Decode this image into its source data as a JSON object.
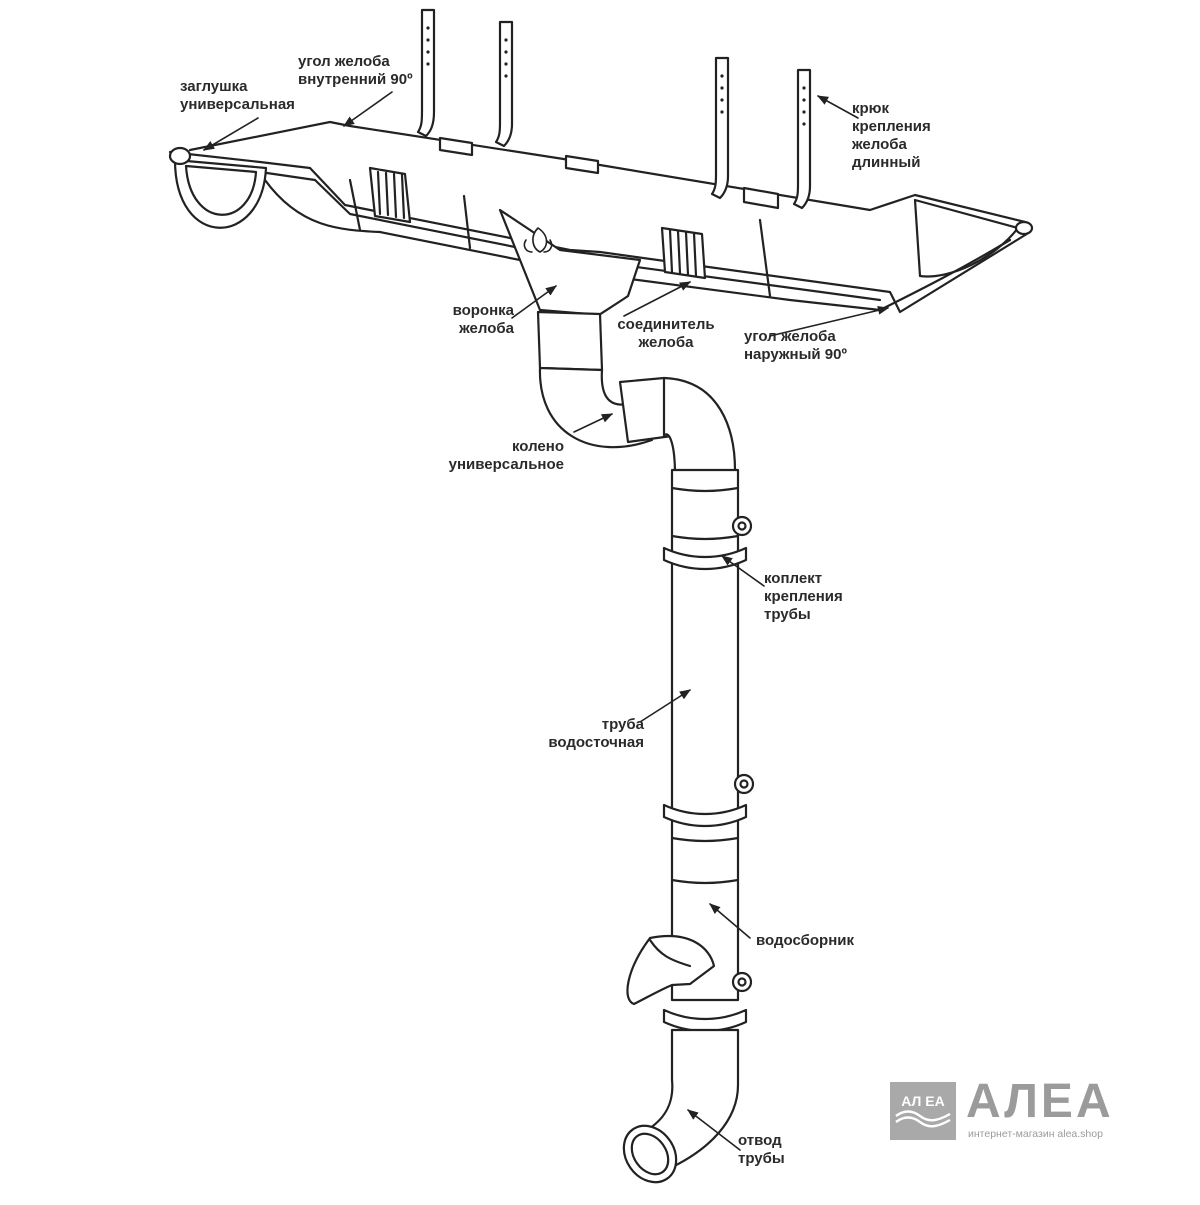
{
  "labels": {
    "end_cap": [
      "заглушка",
      "универсальная"
    ],
    "inner_corner": [
      "угол желоба",
      "внутренний 90º"
    ],
    "hook": [
      "крюк",
      "крепления",
      "желоба",
      "длинный"
    ],
    "funnel": [
      "воронка",
      "желоба"
    ],
    "connector": [
      "соединитель",
      "желоба"
    ],
    "outer_corner": [
      "угол желоба",
      "наружный 90º"
    ],
    "elbow": [
      "колено",
      "универсальное"
    ],
    "pipe_bracket": [
      "коплект",
      "крепления",
      "трубы"
    ],
    "downpipe": [
      "труба",
      "водосточная"
    ],
    "collector": [
      "водосборник"
    ],
    "outlet": [
      "отвод",
      "трубы"
    ]
  },
  "brand": {
    "mark_text": "АЛ ЕА",
    "name": "АЛЕА",
    "tagline": "интернет-магазин alea.shop"
  },
  "colors": {
    "stroke": "#222222",
    "label": "#2a2a2a",
    "logo": "#9b9b9b"
  },
  "icons": [
    "fleur-de-lis-icon",
    "alea-logo-icon"
  ]
}
